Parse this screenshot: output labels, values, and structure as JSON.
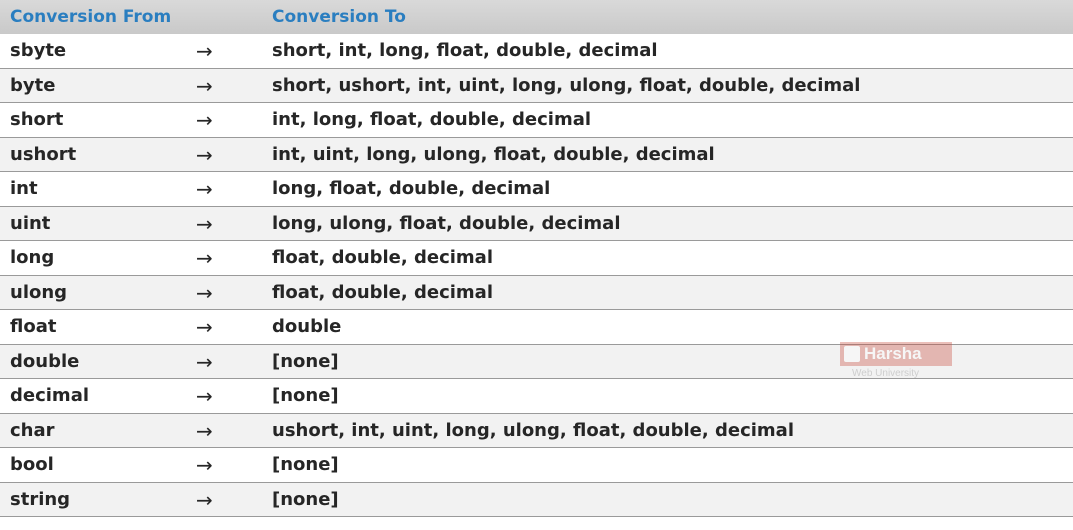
{
  "table": {
    "header": {
      "from_label": "Conversion From",
      "to_label": "Conversion To"
    },
    "arrow_symbol": "→",
    "rows": [
      {
        "from": "sbyte",
        "to": "short, int, long, float, double, decimal"
      },
      {
        "from": "byte",
        "to": "short, ushort, int, uint, long, ulong, float, double, decimal"
      },
      {
        "from": "short",
        "to": "int, long, float, double, decimal"
      },
      {
        "from": "ushort",
        "to": "int, uint, long, ulong, float, double, decimal"
      },
      {
        "from": "int",
        "to": "long, float, double, decimal"
      },
      {
        "from": "uint",
        "to": "long, ulong, float, double, decimal"
      },
      {
        "from": "long",
        "to": "float, double, decimal"
      },
      {
        "from": "ulong",
        "to": "float, double, decimal"
      },
      {
        "from": "float",
        "to": "double"
      },
      {
        "from": "double",
        "to": "[none]"
      },
      {
        "from": "decimal",
        "to": "[none]"
      },
      {
        "from": "char",
        "to": "ushort, int, uint, long, ulong, float, double, decimal"
      },
      {
        "from": "bool",
        "to": "[none]"
      },
      {
        "from": "string",
        "to": "[none]"
      }
    ]
  },
  "watermark": {
    "name": "Harsha",
    "subtitle": "Web University"
  },
  "colors": {
    "header_text": "#2a7ec0",
    "header_bg": "#d0d0d0",
    "row_alt_bg": "#f2f2f2",
    "watermark_accent": "#c84a3a"
  }
}
